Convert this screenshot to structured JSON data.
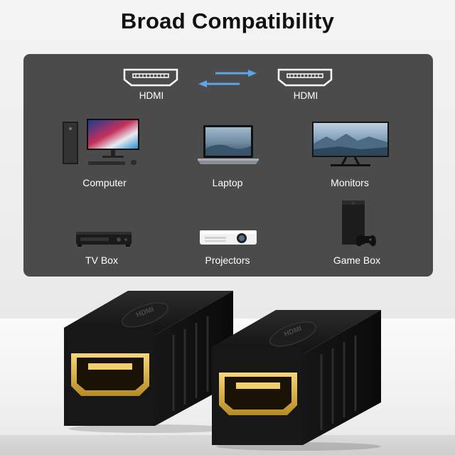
{
  "title": "Broad Compatibility",
  "hdmi": {
    "left_label": "HDMI",
    "right_label": "HDMI"
  },
  "devices": [
    {
      "label": "Computer"
    },
    {
      "label": "Laptop"
    },
    {
      "label": "Monitors"
    },
    {
      "label": "TV Box"
    },
    {
      "label": "Projectors"
    },
    {
      "label": "Game Box"
    }
  ],
  "connector_emboss": "HDMI"
}
